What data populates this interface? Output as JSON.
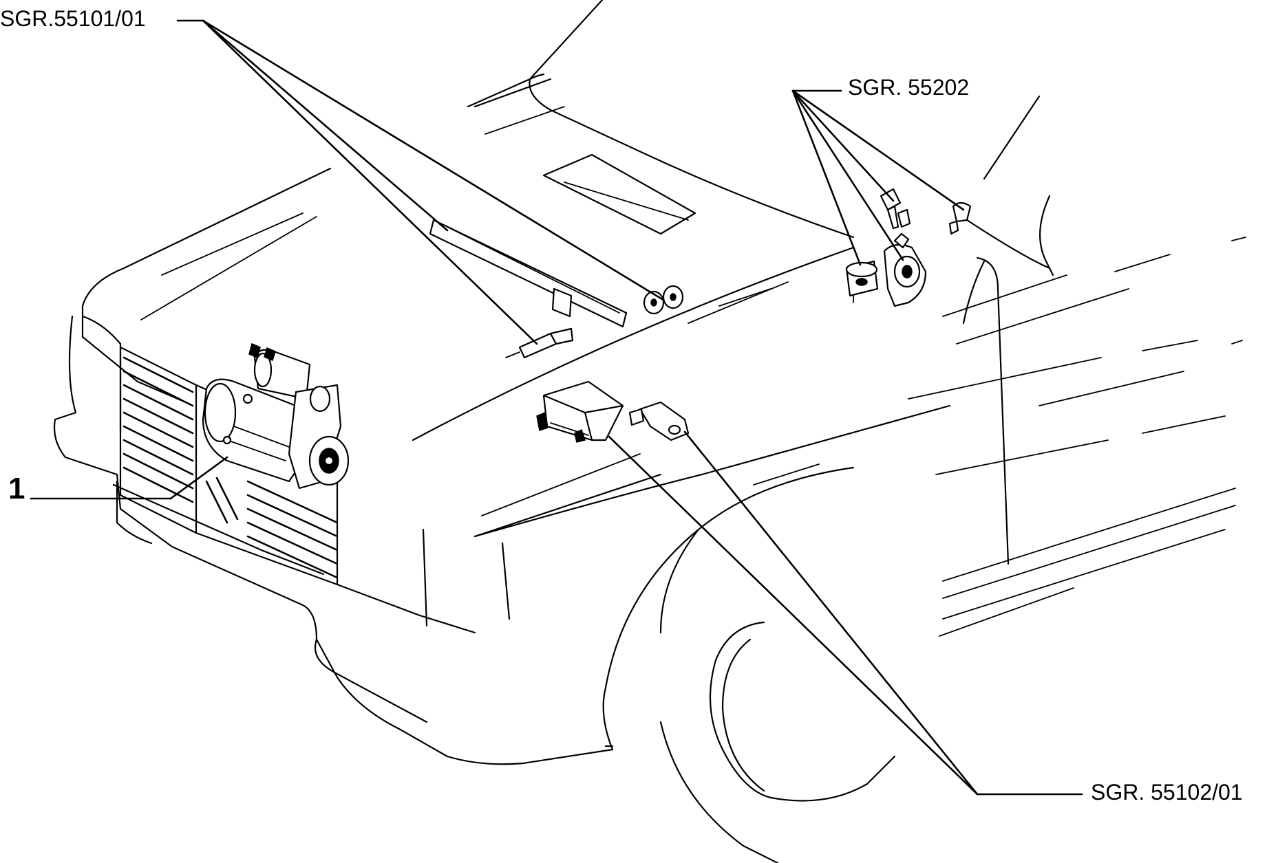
{
  "callouts": {
    "sgr_55101_01": "SGR.55101/01",
    "sgr_55202": "SGR. 55202",
    "sgr_55102_01": "SGR. 55102/01",
    "item_1": "1"
  }
}
